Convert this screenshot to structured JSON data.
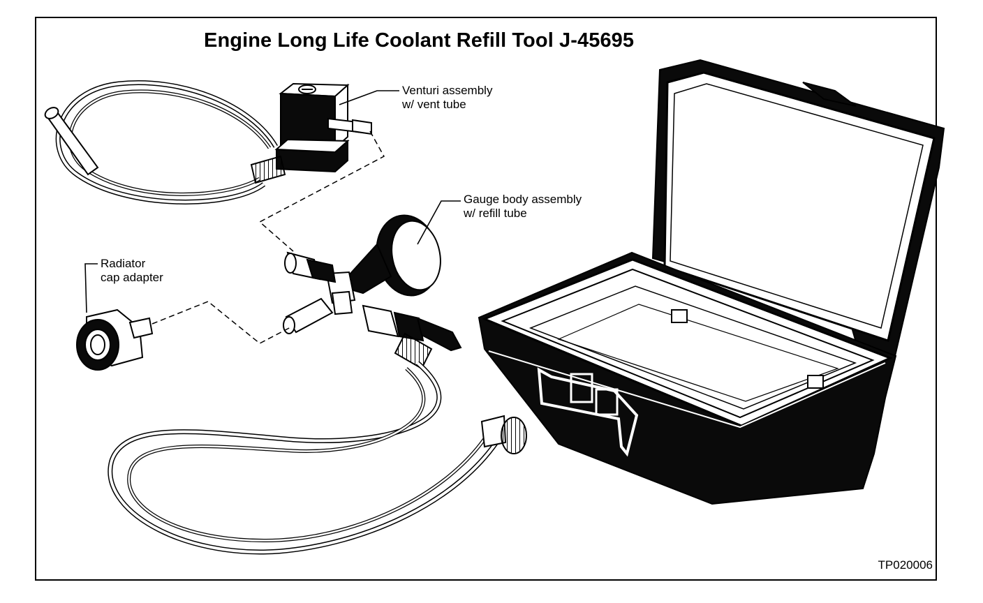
{
  "figure": {
    "title": "Engine Long Life Coolant Refill Tool J-45695",
    "code": "TP020006"
  },
  "labels": {
    "venturi": {
      "line1": "Venturi assembly",
      "line2": "w/ vent tube"
    },
    "gauge": {
      "line1": "Gauge body assembly",
      "line2": "w/ refill tube"
    },
    "radiator": {
      "line1": "Radiator",
      "line2": "cap adapter"
    }
  },
  "colors": {
    "ink": "#000000",
    "paper": "#ffffff",
    "case": "#0a0a0a"
  }
}
